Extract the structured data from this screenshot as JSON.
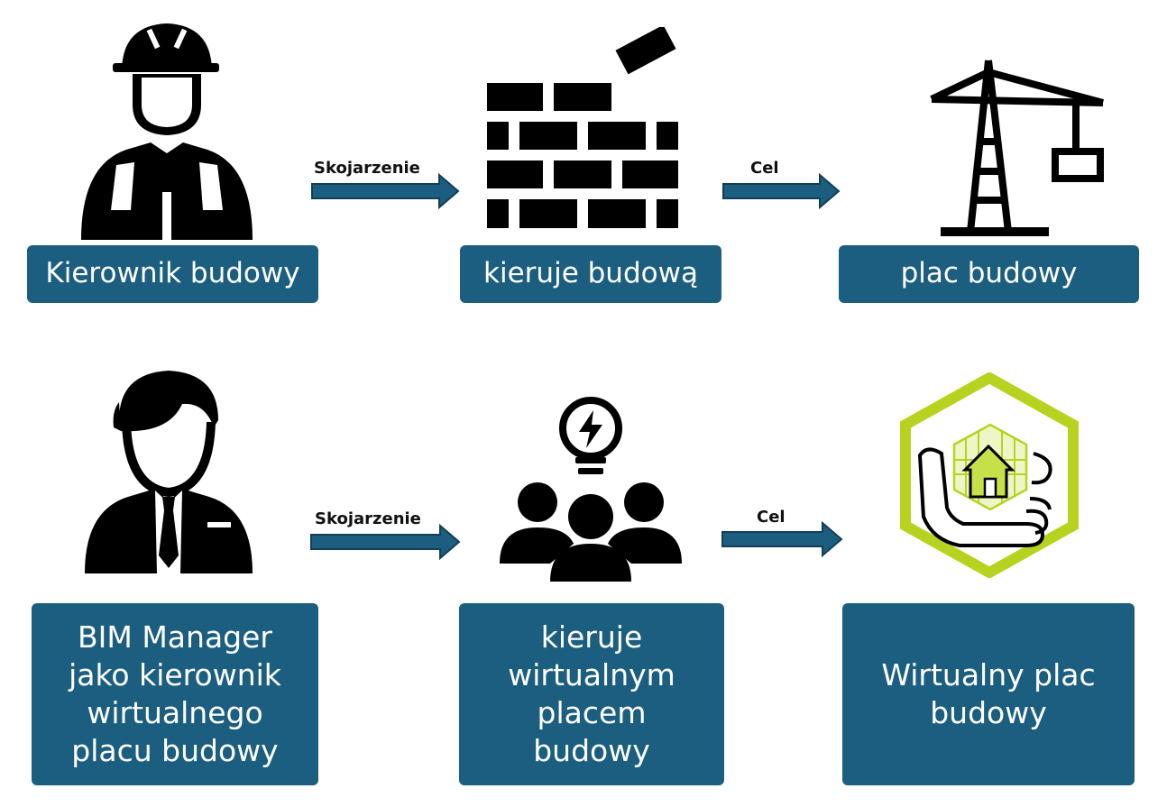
{
  "rows": {
    "top": {
      "actor": "Kierownik budowy",
      "action": "kieruje budową",
      "target": "plac budowy"
    },
    "bottom": {
      "actor": "BIM Manager\njako kierownik\nwirtualnego\nplacu budowy",
      "action": "kieruje\nwirtualnym\nplacem\nbudowy",
      "target": "Wirtualny plac\nbudowy"
    }
  },
  "labels": {
    "association": "Skojarzenie",
    "goal": "Cel"
  },
  "colors": {
    "box": "#1b5e80",
    "arrow": "#1b5e80",
    "accent": "#b8d31f",
    "icon": "#000000"
  }
}
